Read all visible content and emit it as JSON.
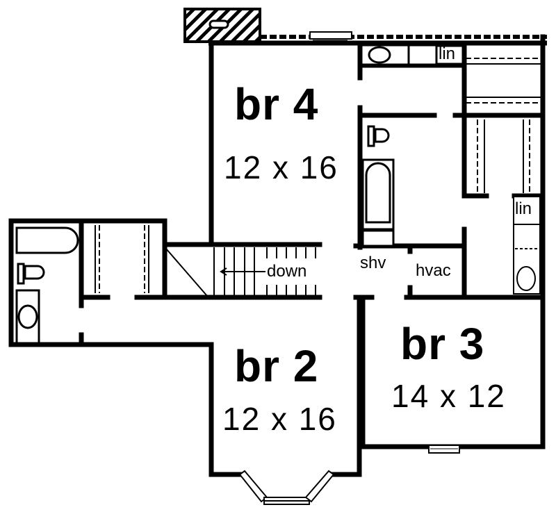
{
  "plan": {
    "type": "floor-plan",
    "level": "upper floor",
    "colors": {
      "wall": "#000000",
      "background": "#ffffff"
    }
  },
  "rooms": {
    "br4": {
      "name": "br 4",
      "dimensions": "12 x 16"
    },
    "br2": {
      "name": "br 2",
      "dimensions": "12 x 16"
    },
    "br3": {
      "name": "br 3",
      "dimensions": "14 x 12"
    }
  },
  "labels": {
    "linen_top": "lin",
    "linen_right": "lin",
    "stairs": "down",
    "shower": "shv",
    "hvac": "hvac"
  },
  "fixtures": [
    "chimney",
    "bathtub",
    "toilet",
    "sink",
    "shower",
    "closet-rods",
    "stairs",
    "bay-window",
    "windows"
  ]
}
